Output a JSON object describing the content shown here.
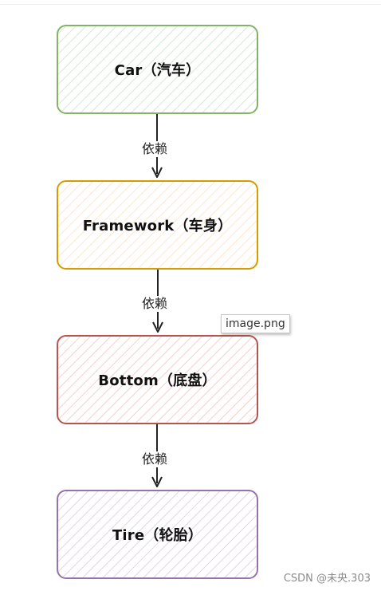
{
  "diagram": {
    "nodes": [
      {
        "id": "car",
        "label": "Car（汽车）",
        "color": "#82b366",
        "fill": "#d5e8d4"
      },
      {
        "id": "framework",
        "label": "Framework（车身）",
        "color": "#d79b00",
        "fill": "#ffe6cc"
      },
      {
        "id": "bottom",
        "label": "Bottom（底盘）",
        "color": "#b85450",
        "fill": "#f8cecc"
      },
      {
        "id": "tire",
        "label": "Tire（轮胎）",
        "color": "#9673a6",
        "fill": "#e1d5e7"
      }
    ],
    "edges": [
      {
        "from": "car",
        "to": "framework",
        "label": "依赖"
      },
      {
        "from": "framework",
        "to": "bottom",
        "label": "依赖"
      },
      {
        "from": "bottom",
        "to": "tire",
        "label": "依赖"
      }
    ]
  },
  "tooltip": {
    "text": "image.png"
  },
  "watermark": {
    "text": "CSDN @未央.303"
  }
}
